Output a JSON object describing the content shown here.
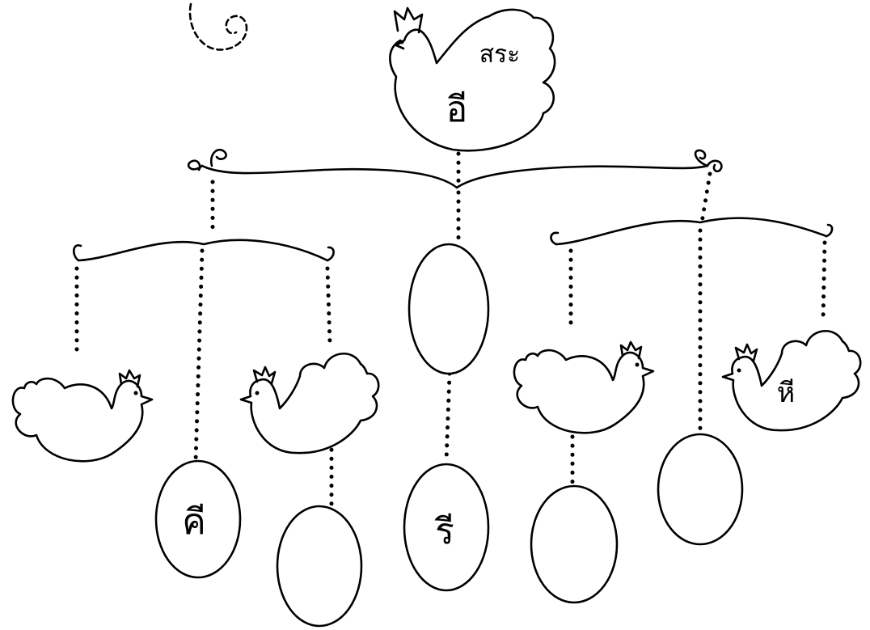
{
  "title_bird": {
    "line1": "สระ",
    "line2": "อี"
  },
  "eggs": [
    {
      "id": "egg-1",
      "text": "คี"
    },
    {
      "id": "egg-2",
      "text": ""
    },
    {
      "id": "egg-center-top",
      "text": ""
    },
    {
      "id": "egg-center-bottom",
      "text": "รี"
    },
    {
      "id": "egg-4",
      "text": ""
    },
    {
      "id": "egg-5",
      "text": ""
    }
  ],
  "birds": [
    {
      "id": "bird-left",
      "text": ""
    },
    {
      "id": "bird-mid-left",
      "text": ""
    },
    {
      "id": "bird-mid-right",
      "text": ""
    },
    {
      "id": "bird-right",
      "text": "หี"
    }
  ],
  "icons": [
    "swirl-icon",
    "hen-icon"
  ]
}
